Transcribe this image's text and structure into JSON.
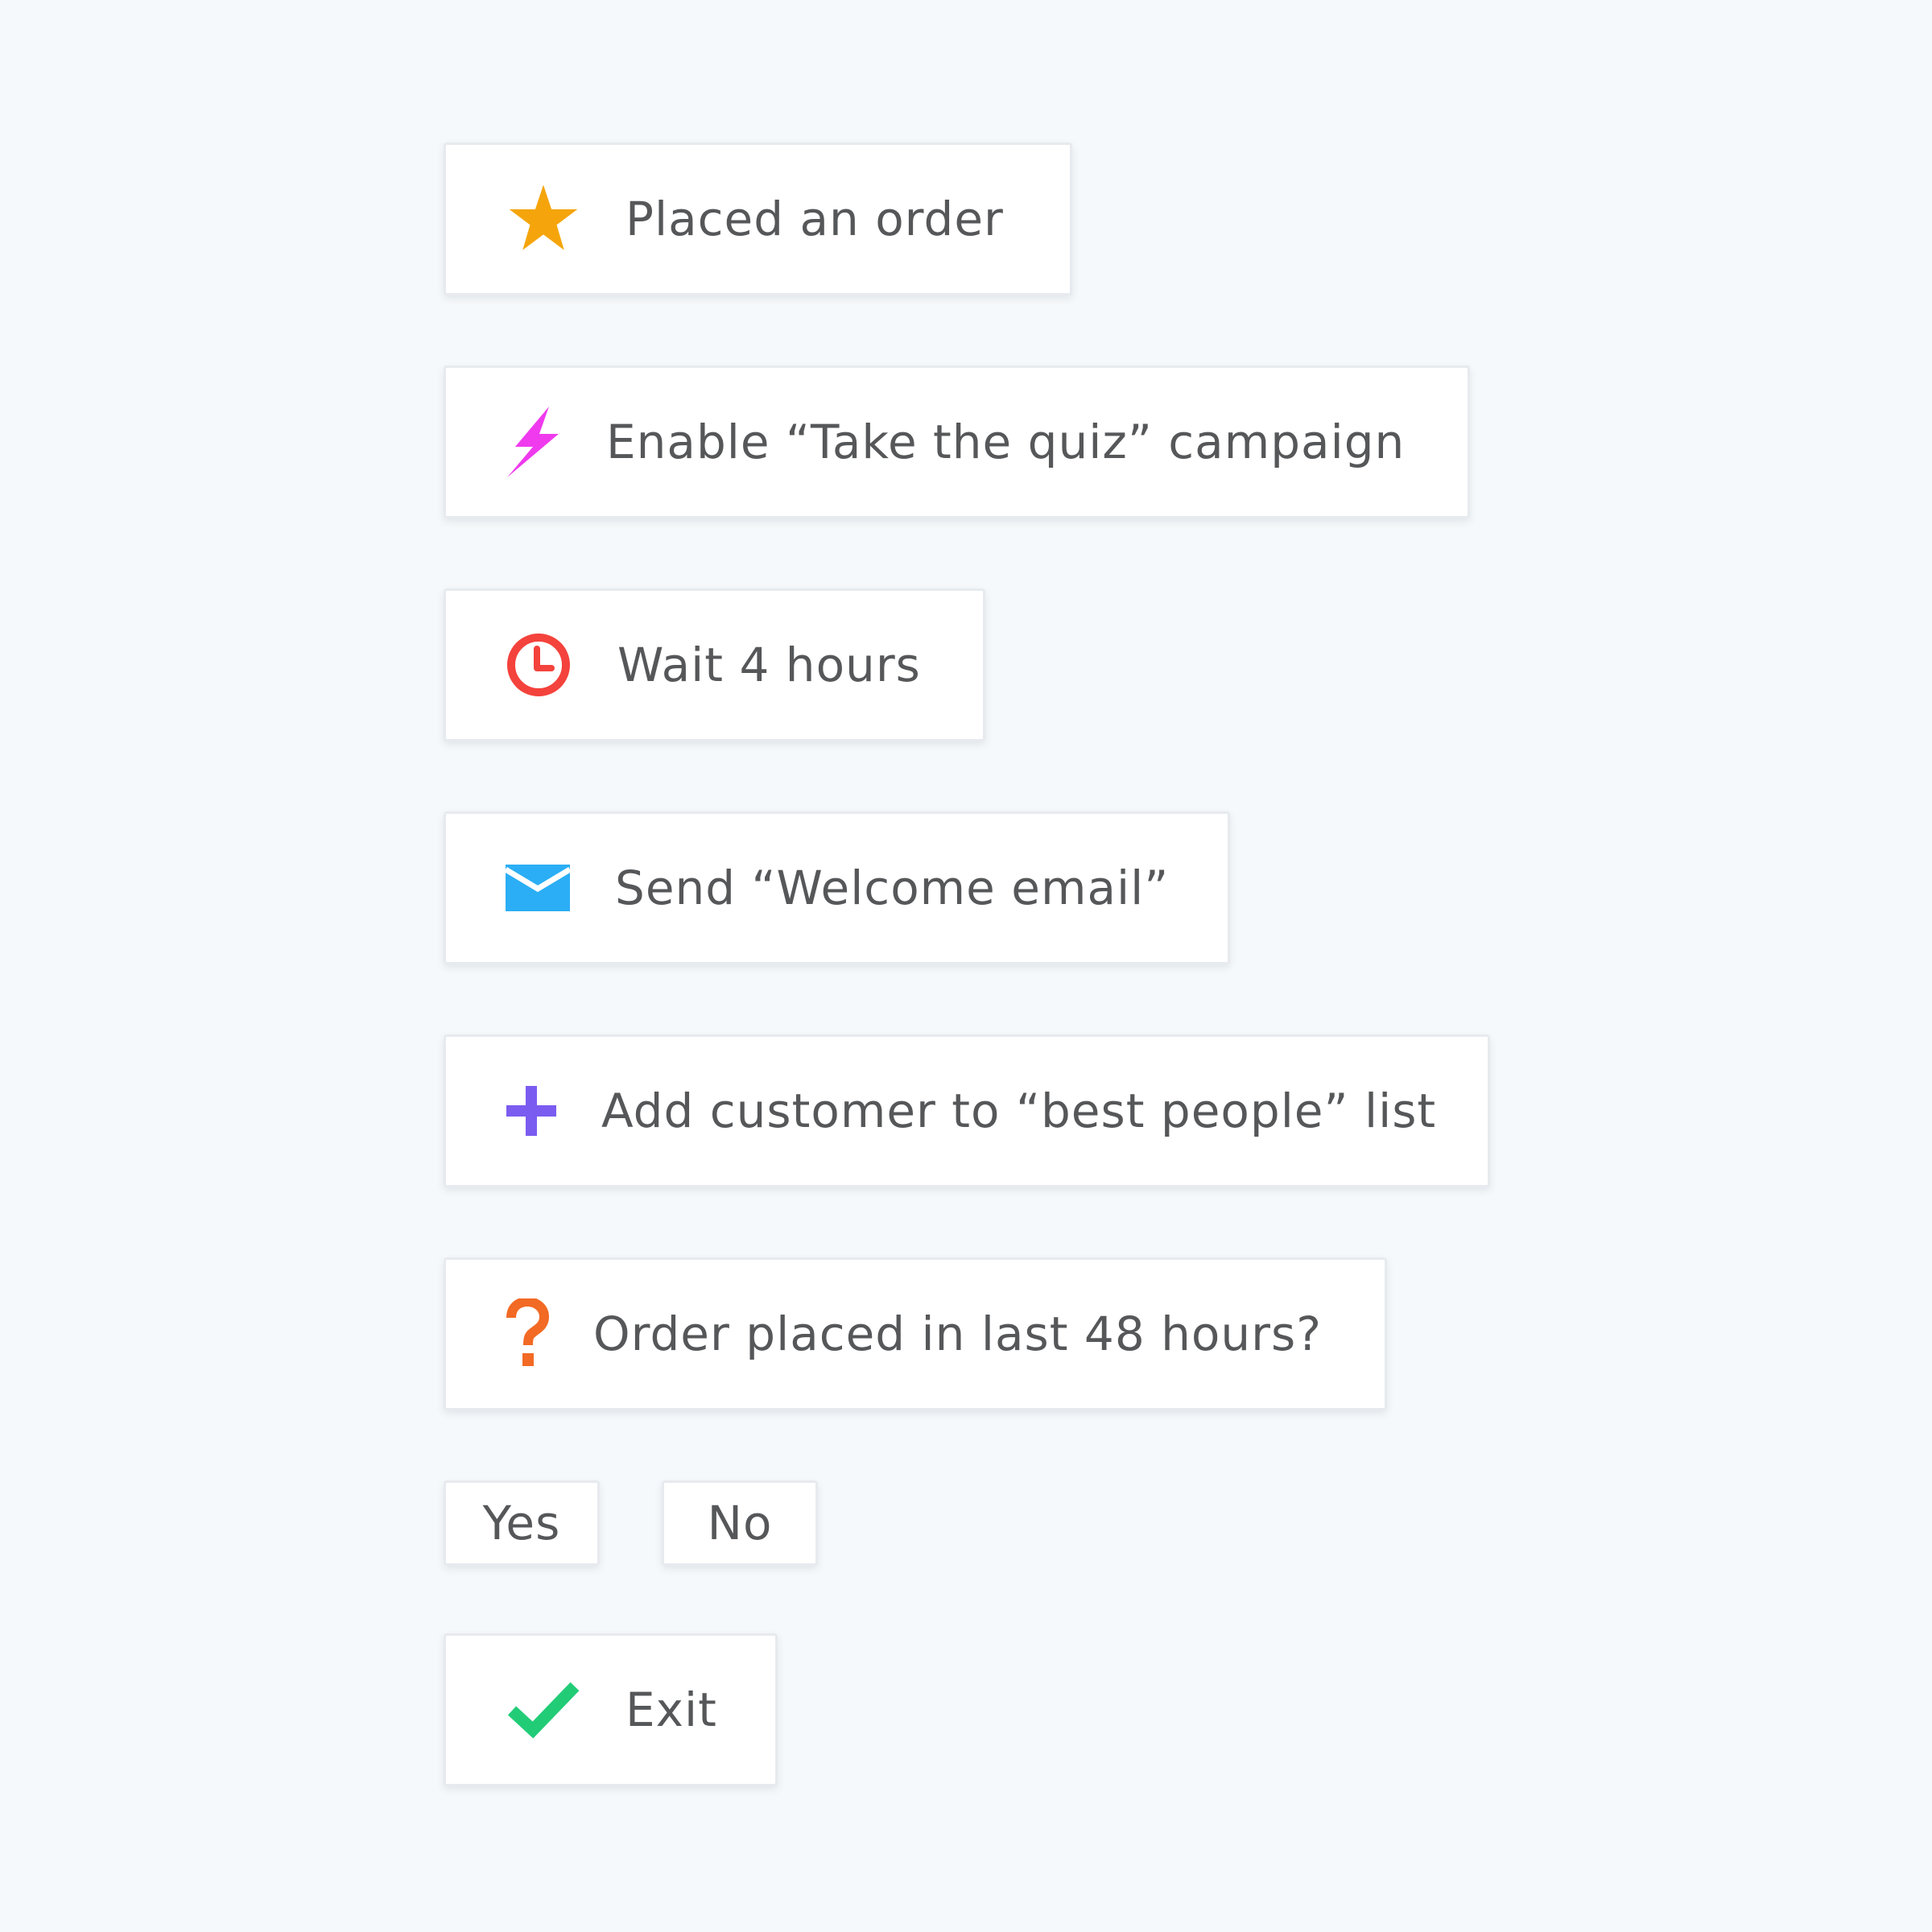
{
  "workflow": {
    "steps": [
      {
        "label": "Placed an order",
        "icon": "star-icon",
        "icon_color": "#f5a50b"
      },
      {
        "label": "Enable “Take the quiz” campaign",
        "icon": "lightning-bolt-icon",
        "icon_color": "#ef3aee"
      },
      {
        "label": "Wait 4 hours",
        "icon": "clock-icon",
        "icon_color": "#f4423c"
      },
      {
        "label": "Send “Welcome email”",
        "icon": "envelope-icon",
        "icon_color": "#2baef5"
      },
      {
        "label": "Add customer to “best people” list",
        "icon": "plus-icon",
        "icon_color": "#7b5cf0"
      },
      {
        "label": "Order placed in last 48 hours?",
        "icon": "question-mark-icon",
        "icon_color": "#f26a24"
      }
    ],
    "branch": {
      "yes_label": "Yes",
      "no_label": "No"
    },
    "exit": {
      "label": "Exit",
      "icon": "checkmark-icon",
      "icon_color": "#22cc77"
    }
  }
}
